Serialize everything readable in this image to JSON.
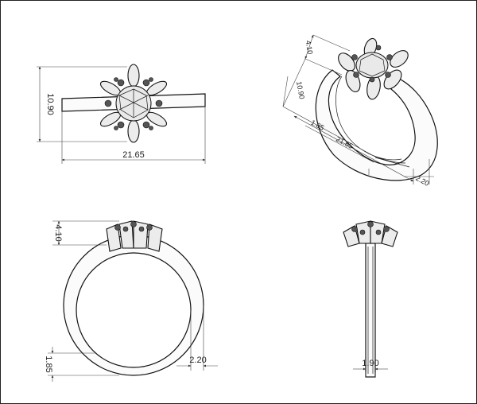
{
  "top_view": {
    "width_label": "21.65",
    "height_label": "10.90"
  },
  "perspective_view": {
    "top_label": "4.10",
    "height_label": "10.90",
    "length_label_a": "21.65",
    "length_label_b": "2.20",
    "small_label": "1.85"
  },
  "front_view": {
    "head_height_label": "4.10",
    "band_thickness_label": "2.20",
    "base_label": "1.85"
  },
  "side_view": {
    "band_width_label": "1.90"
  }
}
